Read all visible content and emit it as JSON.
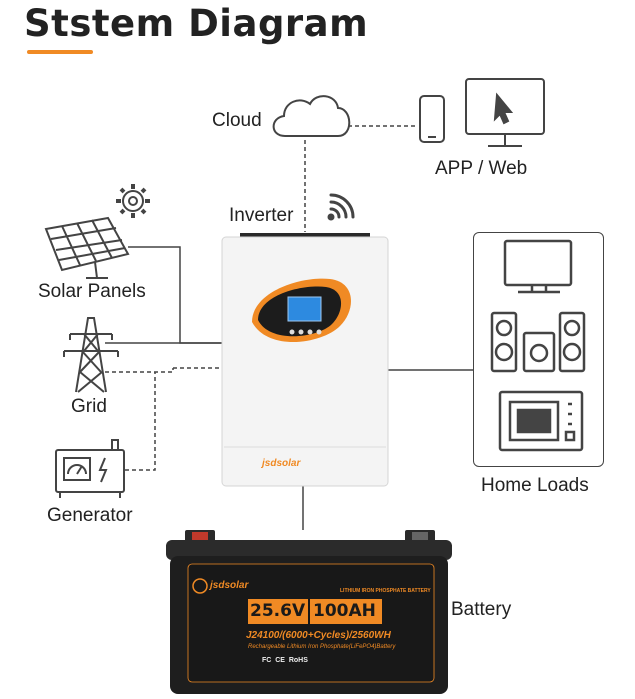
{
  "title": "Ststem Diagram",
  "nodes": {
    "cloud": "Cloud",
    "app_web": "APP / Web",
    "inverter": "Inverter",
    "solar": "Solar Panels",
    "grid": "Grid",
    "generator": "Generator",
    "home_loads": "Home Loads",
    "battery": "Battery"
  },
  "inverter_brand": "jsdsolar",
  "battery_label": {
    "brand": "jsdsolar",
    "type": "LITHIUM IRON PHOSPHATE BATTERY",
    "voltage": "25.6V",
    "capacity": "100AH",
    "model": "J24100/(6000+Cycles)/2560WH",
    "description": "Rechargeable Lithium Iron Phosphate(LiFePO4)Battery",
    "marks": "FC  CE  RoHS"
  },
  "colors": {
    "accent": "#f08a24",
    "line": "#444444",
    "inverter_body": "#f4f4f4",
    "battery_body": "#1e1e1e"
  }
}
